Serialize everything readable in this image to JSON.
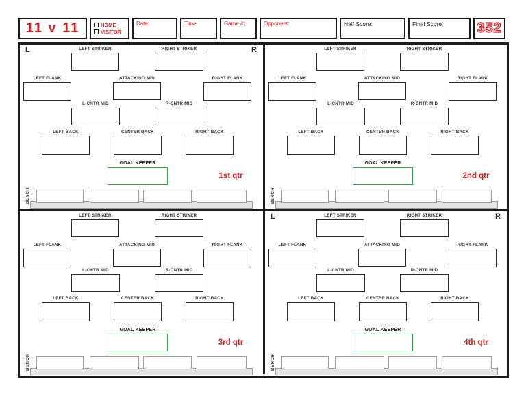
{
  "header": {
    "title": "11 v 11",
    "home_label": "HOME",
    "visitor_label": "VISITOR",
    "date_label": "Date:",
    "time_label": "Time:",
    "game_label": "Game #:",
    "opponent_label": "Opponent:",
    "half_label": "Half Score:",
    "final_label": "Final Score:",
    "code": "352"
  },
  "field": {
    "left_marker": "L",
    "right_marker": "R",
    "bench_label": "BENCH",
    "bench_slots": 4,
    "positions": [
      {
        "key": "left-striker",
        "label": "LEFT STRIKER"
      },
      {
        "key": "right-striker",
        "label": "RIGHT STRIKER"
      },
      {
        "key": "left-flank",
        "label": "LEFT FLANK"
      },
      {
        "key": "attacking-mid",
        "label": "ATTACKING MID"
      },
      {
        "key": "right-flank",
        "label": "RIGHT FLANK"
      },
      {
        "key": "l-cntr-mid",
        "label": "L-CNTR MID"
      },
      {
        "key": "r-cntr-mid",
        "label": "R-CNTR MID"
      },
      {
        "key": "left-back",
        "label": "LEFT BACK"
      },
      {
        "key": "center-back",
        "label": "CENTER BACK"
      },
      {
        "key": "right-back",
        "label": "RIGHT BACK"
      },
      {
        "key": "goal-keeper",
        "label": "GOAL KEEPER",
        "keeper": true
      }
    ]
  },
  "quarters": [
    {
      "label": "1st qtr",
      "show_markers": true
    },
    {
      "label": "2nd qtr",
      "show_markers": false
    },
    {
      "label": "3rd qtr",
      "show_markers": false
    },
    {
      "label": "4th qtr",
      "show_markers": true
    }
  ],
  "colors": {
    "accent_red": "#cc2127",
    "keeper_green": "#3f9e53"
  }
}
